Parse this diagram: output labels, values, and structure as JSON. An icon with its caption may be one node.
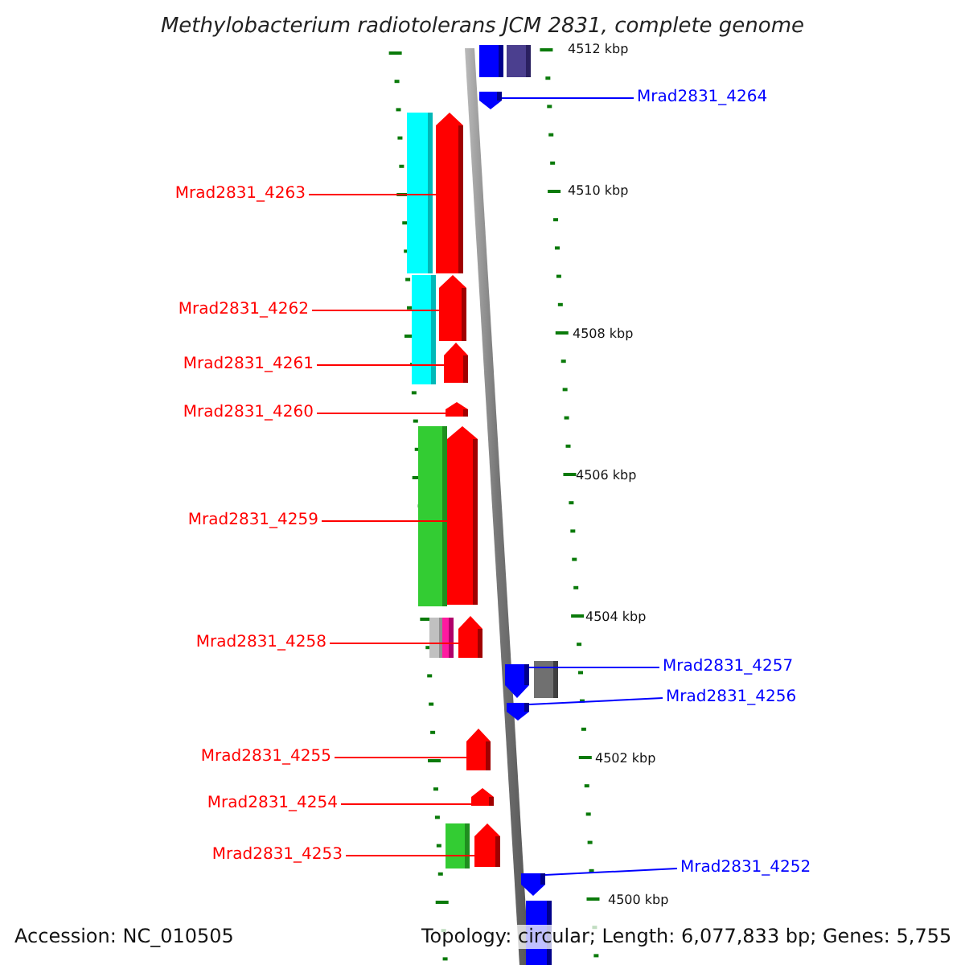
{
  "diagram": {
    "title": "Methylobacterium radiotolerans JCM 2831, complete genome",
    "nodes": [
      {
        "text": [
          "Mrad2831_4264"
        ]
      },
      {
        "text": [],
        "shape": "arrow"
      },
      {
        "text": [
          "Mrad2831_4263"
        ]
      },
      {
        "text": [],
        "shape": "arrow"
      },
      {
        "text": [
          "Mrad2831_4262"
        ]
      },
      {
        "text": [],
        "shape": "arrow"
      },
      {
        "text": [
          "Mrad2831_4261"
        ]
      },
      {
        "text": [],
        "shape": "arrow"
      },
      {
        "text": [
          "Mrad2831_4260"
        ]
      },
      {
        "text": [],
        "shape": "arrow"
      },
      {
        "text": [
          "Mrad2831_4259"
        ]
      },
      {
        "text": [],
        "shape": "arrow"
      },
      {
        "text": [
          "Mrad2831_4258"
        ]
      },
      {
        "text": [],
        "shape": "arrow"
      },
      {
        "text": [
          "Mrad2831_4257"
        ]
      },
      {
        "text": [],
        "shape": "arrow"
      },
      {
        "text": [
          "Mrad2831_4256"
        ]
      },
      {
        "text": [],
        "shape": "arrow"
      },
      {
        "text": [
          "Mrad2831_4255"
        ]
      },
      {
        "text": [],
        "shape": "arrow"
      },
      {
        "text": [
          "Mrad2831_4254"
        ]
      },
      {
        "text": [],
        "shape": "arrow"
      },
      {
        "text": [
          "Mrad2831_4253"
        ]
      },
      {
        "text": [],
        "shape": "arrow"
      },
      {
        "text": [
          "Mrad2831_4252"
        ]
      },
      {
        "text": [],
        "shape": "arrow"
      }
    ],
    "edges": [
      {
        "from": 0,
        "to": 1,
        "arrow": "none",
        "color": "#0000ff"
      },
      {
        "from": 2,
        "to": 3,
        "arrow": "none"
      },
      {
        "from": 4,
        "to": 5,
        "arrow": "none"
      },
      {
        "from": 6,
        "to": 7,
        "arrow": "none"
      },
      {
        "from": 8,
        "to": 9,
        "arrow": "none"
      },
      {
        "from": 10,
        "to": 11,
        "arrow": "none"
      },
      {
        "from": 12,
        "to": 13,
        "arrow": "none"
      },
      {
        "from": 14,
        "to": 15,
        "arrow": "none",
        "color": "#0000ff"
      },
      {
        "from": 16,
        "to": 17,
        "arrow": "none",
        "color": "#0000ff"
      },
      {
        "from": 18,
        "to": 19,
        "arrow": "none"
      },
      {
        "from": 20,
        "to": 21,
        "arrow": "none"
      },
      {
        "from": 22,
        "to": 23,
        "arrow": "none"
      },
      {
        "from": 24,
        "to": 25,
        "arrow": "none",
        "color": "#0000ff"
      }
    ],
    "labels": [
      "4512 kbp",
      "4510 kbp",
      "4508 kbp",
      "4506 kbp",
      "4504 kbp",
      "4502 kbp",
      "4500 kbp",
      "Accession: NC_010505",
      "Topology: circular; Length: 6,077,833 bp; Genes: 5,755"
    ]
  }
}
